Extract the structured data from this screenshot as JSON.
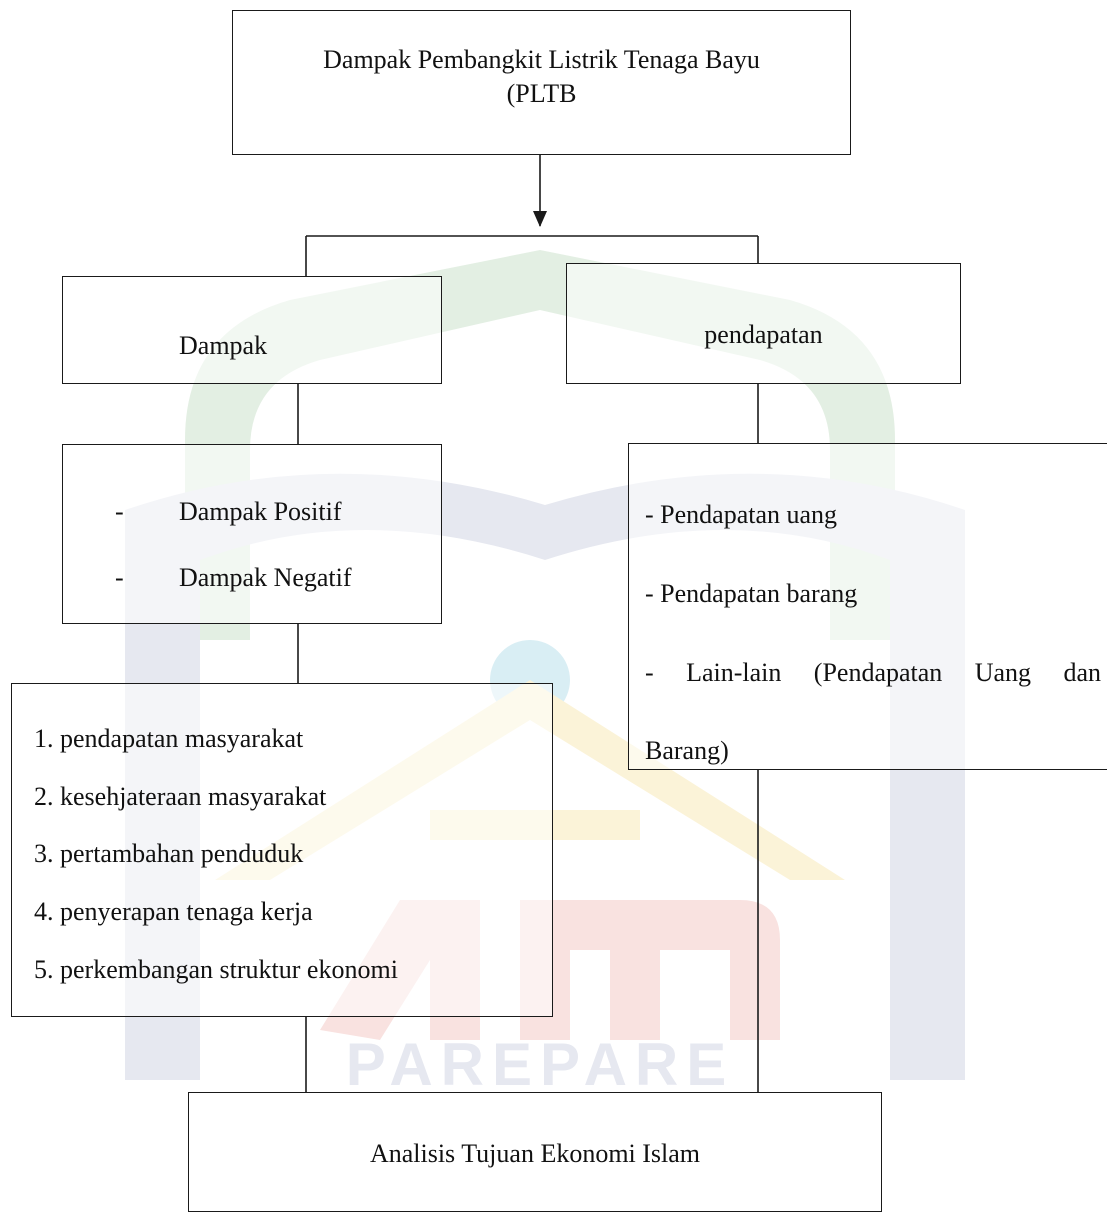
{
  "diagram": {
    "title_box": {
      "line1": "Dampak Pembangkit Listrik Tenaga Bayu",
      "line2": "(PLTB"
    },
    "dampak_box": {
      "label": "Dampak"
    },
    "pendapatan_box": {
      "label": "pendapatan"
    },
    "dampak_sub_box": {
      "items": [
        {
          "bullet": "-",
          "text": "Dampak Positif"
        },
        {
          "bullet": "-",
          "text": "Dampak Negatif"
        }
      ]
    },
    "income_types_box": {
      "items": [
        "- Pendapatan uang",
        "- Pendapatan barang",
        "- Lain-lain (Pendapatan Uang dan",
        "Barang)"
      ]
    },
    "indicators_box": {
      "items": [
        "1. pendapatan masyarakat",
        "2. kesehjateraan masyarakat",
        "3. pertambahan penduduk",
        "4. penyerapan tenaga kerja",
        "5. perkembangan struktur ekonomi"
      ]
    },
    "analisis_box": {
      "label": "Analisis Tujuan Ekonomi Islam"
    }
  },
  "watermark": {
    "text": "PAREPARE",
    "colors": {
      "green": "#e3efe3",
      "blue": "#e6e8f0",
      "yellow": "#fbf3d8",
      "red": "#f9e2e0",
      "cyan": "#d9eef4"
    }
  },
  "colors": {
    "line": "#1a1a1a",
    "text": "#111111"
  }
}
